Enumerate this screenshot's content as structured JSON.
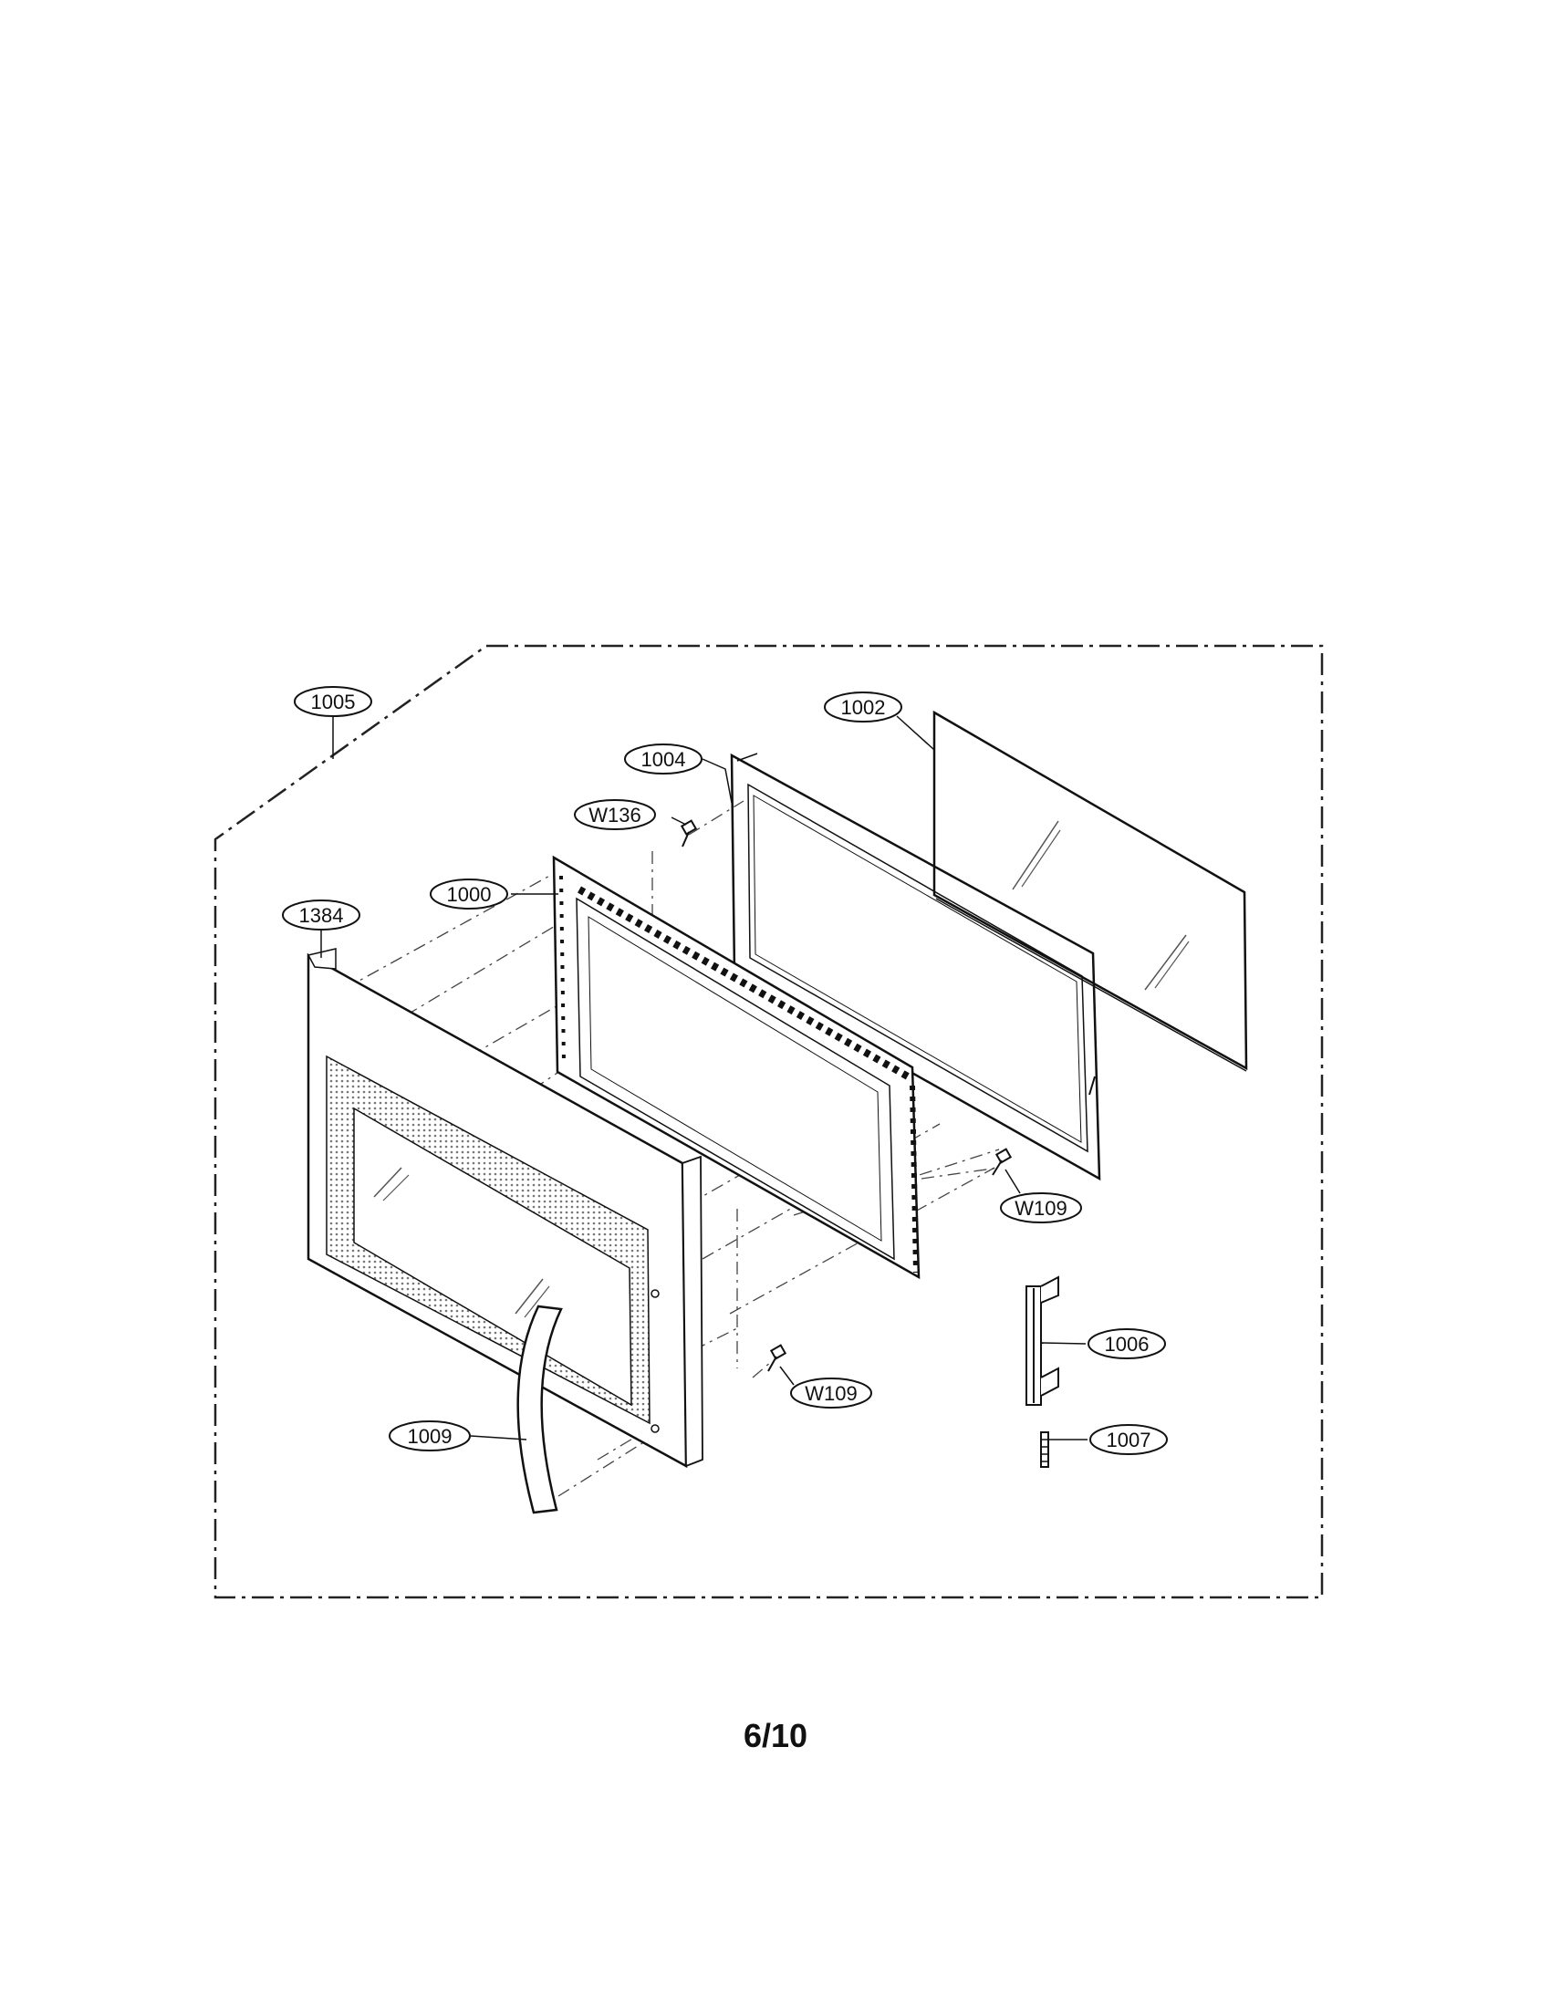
{
  "callouts": {
    "c1005": "1005",
    "c1002": "1002",
    "c1004": "1004",
    "cW136": "W136",
    "c1000": "1000",
    "c1384": "1384",
    "cW109a": "W109",
    "c1006": "1006",
    "cW109b": "W109",
    "c1007": "1007",
    "c1009": "1009"
  },
  "page_number": "6/10"
}
